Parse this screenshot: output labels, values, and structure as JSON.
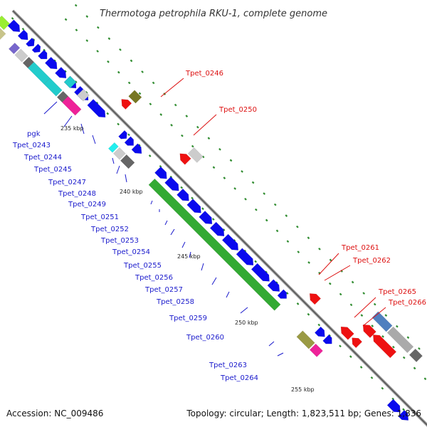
{
  "title": "Thermotoga petrophila RKU-1, complete genome",
  "accession_text": "Accession: NC_009486",
  "topology_text": "Topology: circular; Length: 1,823,511 bp; Genes: 1,836",
  "colors": {
    "forward_label": "#1a1acc",
    "reverse_label": "#dd1111",
    "backbone": "#9a9a9a",
    "tick": "#2e8b2e"
  },
  "forward_labels": [
    "pgk",
    "Tpet_0243",
    "Tpet_0244",
    "Tpet_0245",
    "Tpet_0247",
    "Tpet_0248",
    "Tpet_0249",
    "Tpet_0251",
    "Tpet_0252",
    "Tpet_0253",
    "Tpet_0254",
    "Tpet_0255",
    "Tpet_0256",
    "Tpet_0257",
    "Tpet_0258",
    "Tpet_0259",
    "Tpet_0260",
    "Tpet_0263",
    "Tpet_0264"
  ],
  "reverse_labels": [
    "Tpet_0246",
    "Tpet_0250",
    "Tpet_0261",
    "Tpet_0262",
    "Tpet_0265",
    "Tpet_0266"
  ],
  "kbp_marks": [
    "235 kbp",
    "240 kbp",
    "245 kbp",
    "250 kbp",
    "255 kbp"
  ]
}
